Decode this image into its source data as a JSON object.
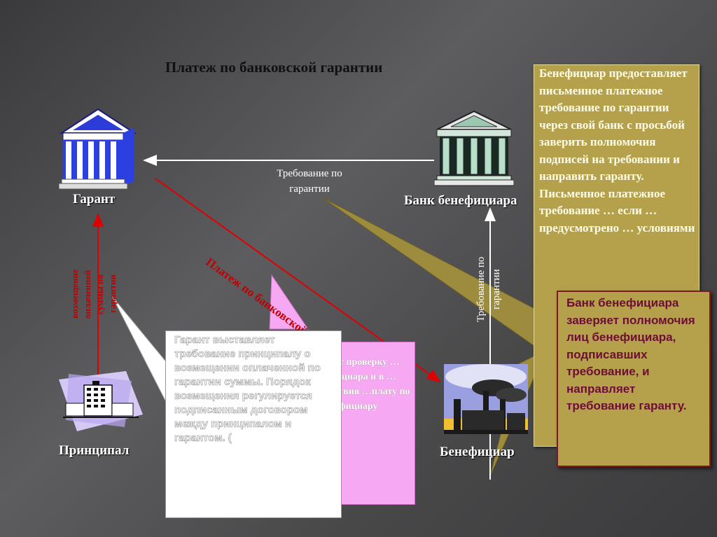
{
  "title": "Платеж по банковской гарантии",
  "nodes": {
    "garant": "Гарант",
    "bank_beneficiary": "Банк бенефициара",
    "principal": "Принципал",
    "beneficiary": "Бенефициар"
  },
  "arrows": {
    "claim_label": "Требование по гарантии",
    "payment_label": "Платеж по банковской гарантии",
    "reimbursement_label": "возмещение оплаченной суммы по гарантии",
    "claim_vertical_label": "Требование по гарантии"
  },
  "callouts": {
    "tan_text": "Бенефициар предоставляет письменное платежное требование по гарантии через свой банк с просьбой заверить полномочия подписей на требовании и направить гаранту. Письменное платежное требование … если … предусмотрено … условиями",
    "maroon_text": "Банк бенефициара заверяет полномочия лиц бенефициара, подписавших требование, и направляет требование гаранту.",
    "white_text": "Гарант выставляет требование принципалу о возмещении оплаченной по гарантии суммы. Порядок возмещения регулируется подписанным договором между принципалом и гарантом. (",
    "pink_text": "…т проверку …фициара и в …тствия …плату по …фициару"
  },
  "colors": {
    "accent_red": "#c00000",
    "callout_tan": "#b5a04c",
    "callout_pink": "#f7a8f2",
    "callout_maroon_text": "#6e0e36"
  },
  "icons": [
    "bank-building-blue-icon",
    "bank-building-green-icon",
    "factory-building-icon",
    "industrial-plant-icon"
  ]
}
